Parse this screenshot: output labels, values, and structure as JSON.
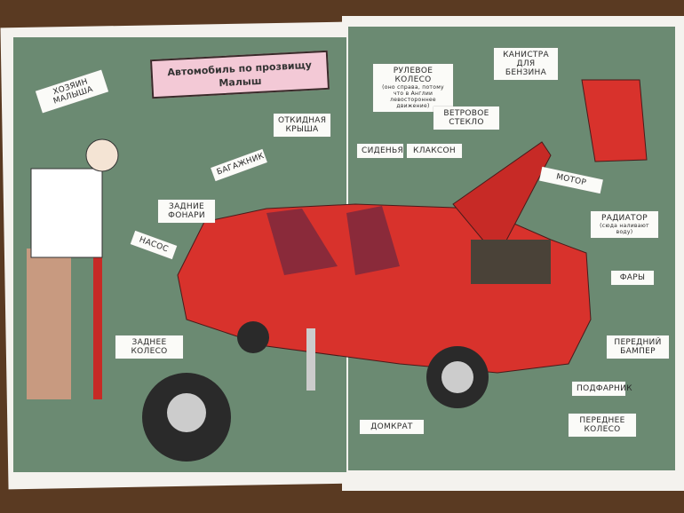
{
  "title": "Автомобиль по прозвищу Малыш",
  "labels": {
    "owner": "Хозяин Малыша",
    "trunk": "Багажник",
    "roof": "Откидная крыша",
    "taillights": "Задние фонари",
    "pump": "Насос",
    "rear_wheel": "Заднее колесо",
    "jack": "Домкрат",
    "steering": "Рулевое колесо",
    "steering_note": "(оно справа, потому что в Англии левостороннее движение)",
    "windshield": "Ветровое стекло",
    "seats": "Сиденья",
    "horn": "Клаксон",
    "canister": "Канистра для бензина",
    "engine": "Мотор",
    "radiator": "Радиатор",
    "radiator_note": "(сюда наливают воду)",
    "headlights": "Фары",
    "bumper": "Передний бампер",
    "sidelight": "Подфарник",
    "front_wheel": "Переднее колесо"
  },
  "colors": {
    "car": "#d8322c",
    "background": "#6b8a72",
    "banner": "#f3c9d6"
  }
}
